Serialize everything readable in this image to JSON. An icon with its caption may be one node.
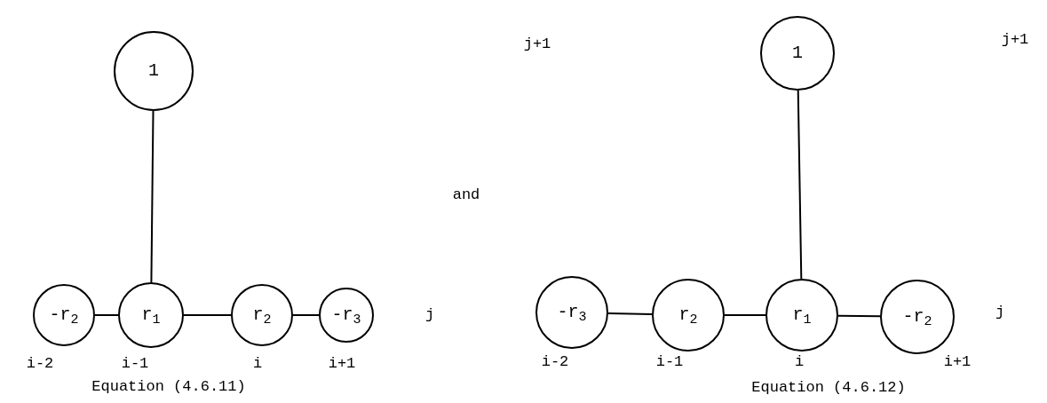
{
  "diagram": {
    "nodes": [
      {
        "text": [
          "1"
        ]
      },
      {
        "text": [
          "-r$_{2}$"
        ]
      },
      {
        "text": [
          "r$_{1}$"
        ]
      },
      {
        "text": [
          "r$_{2}$"
        ]
      },
      {
        "text": [
          "-r$_{3}$"
        ]
      },
      {
        "text": [
          "1"
        ]
      },
      {
        "text": [
          "-r$_{3}$"
        ]
      },
      {
        "text": [
          "r$_{2}$"
        ]
      },
      {
        "text": [
          "r$_{1}$"
        ]
      },
      {
        "text": [
          "-r$_{2}$"
        ]
      }
    ],
    "edges": [
      {
        "from": 0,
        "to": 2,
        "arrow": "none"
      },
      {
        "from": 1,
        "to": 2,
        "arrow": "none"
      },
      {
        "from": 2,
        "to": 3,
        "arrow": "none"
      },
      {
        "from": 3,
        "to": 4,
        "arrow": "none"
      },
      {
        "from": 5,
        "to": 8,
        "arrow": "none"
      },
      {
        "from": 6,
        "to": 7,
        "arrow": "none"
      },
      {
        "from": 7,
        "to": 8,
        "arrow": "none"
      },
      {
        "from": 8,
        "to": 9,
        "arrow": "none"
      }
    ],
    "labels": [
      "j+1",
      "j+1",
      "and",
      "j",
      "j",
      "i-2",
      "i-1",
      "i",
      "i+1",
      "i-2",
      "i-1",
      "i",
      "i+1",
      "Equation (4.6.11)",
      "Equation (4.6.12)"
    ]
  }
}
